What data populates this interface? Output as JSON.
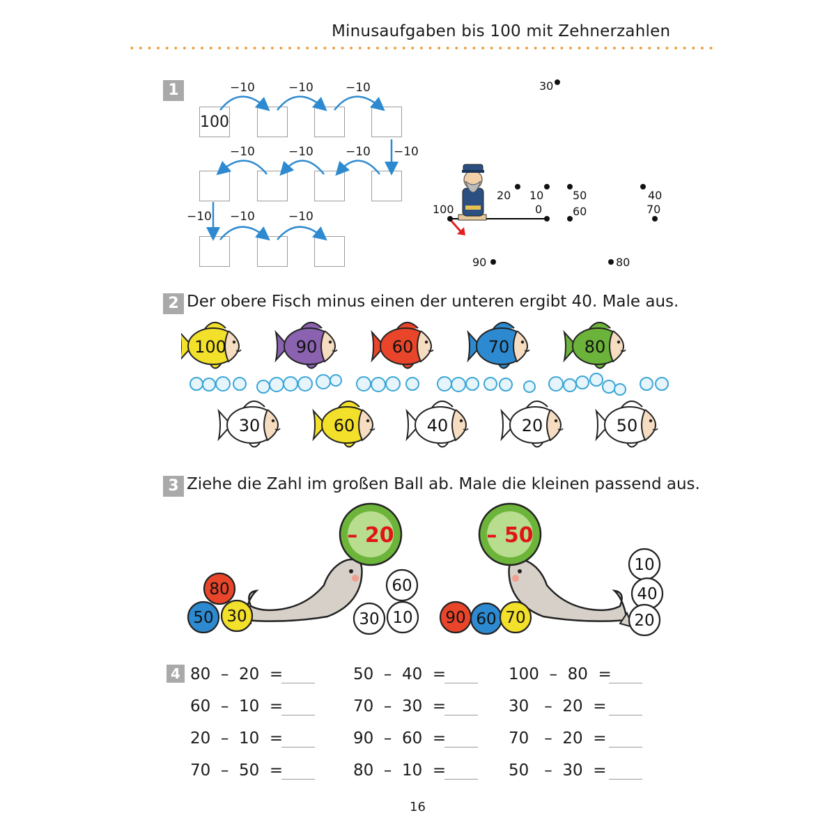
{
  "header": {
    "title": "Minusaufgaben bis 100 mit Zehnerzahlen"
  },
  "task1": {
    "number": "1",
    "start_value": "100",
    "step_label": "−10",
    "dots": [
      "30",
      "20",
      "10",
      "0",
      "50",
      "60",
      "40",
      "70",
      "100",
      "90",
      "80"
    ]
  },
  "task2": {
    "number": "2",
    "instruction": "Der obere Fisch minus einen der unteren ergibt 40. Male aus.",
    "top_fish": [
      {
        "value": "100",
        "color": "#f3e02a"
      },
      {
        "value": "90",
        "color": "#8a62b0"
      },
      {
        "value": "60",
        "color": "#e8452a"
      },
      {
        "value": "70",
        "color": "#2d8ad0"
      },
      {
        "value": "80",
        "color": "#6bb33a"
      }
    ],
    "bottom_fish": [
      {
        "value": "30",
        "color": "#ffffff"
      },
      {
        "value": "60",
        "color": "#f3e02a"
      },
      {
        "value": "40",
        "color": "#ffffff"
      },
      {
        "value": "20",
        "color": "#ffffff"
      },
      {
        "value": "50",
        "color": "#ffffff"
      }
    ]
  },
  "task3": {
    "number": "3",
    "instruction": "Ziehe die Zahl im großen Ball ab. Male die kleinen passend aus.",
    "left": {
      "big_ball": "– 20",
      "balls": [
        {
          "value": "80",
          "color": "#e8452a"
        },
        {
          "value": "50",
          "color": "#2d8ad0"
        },
        {
          "value": "30",
          "color": "#f3e02a"
        },
        {
          "value": "60",
          "color": "#ffffff"
        },
        {
          "value": "30",
          "color": "#ffffff"
        },
        {
          "value": "10",
          "color": "#ffffff"
        }
      ]
    },
    "right": {
      "big_ball": "– 50",
      "balls": [
        {
          "value": "90",
          "color": "#e8452a"
        },
        {
          "value": "60",
          "color": "#2d8ad0"
        },
        {
          "value": "70",
          "color": "#f3e02a"
        },
        {
          "value": "10",
          "color": "#ffffff"
        },
        {
          "value": "40",
          "color": "#ffffff"
        },
        {
          "value": "20",
          "color": "#ffffff"
        }
      ]
    }
  },
  "task4": {
    "number": "4",
    "col1": [
      "80  –  20  =",
      "60  –  10  =",
      "20  –  10  =",
      "70  –  50  ="
    ],
    "col2": [
      "50  –  40  =",
      "70  –  30  =",
      "90  –  60  =",
      "80  –  10  ="
    ],
    "col3": [
      "100  –  80  =",
      "30   –  20  =",
      "70   –  20  =",
      "50   –  30  ="
    ]
  },
  "footer": {
    "page_number": "16"
  }
}
